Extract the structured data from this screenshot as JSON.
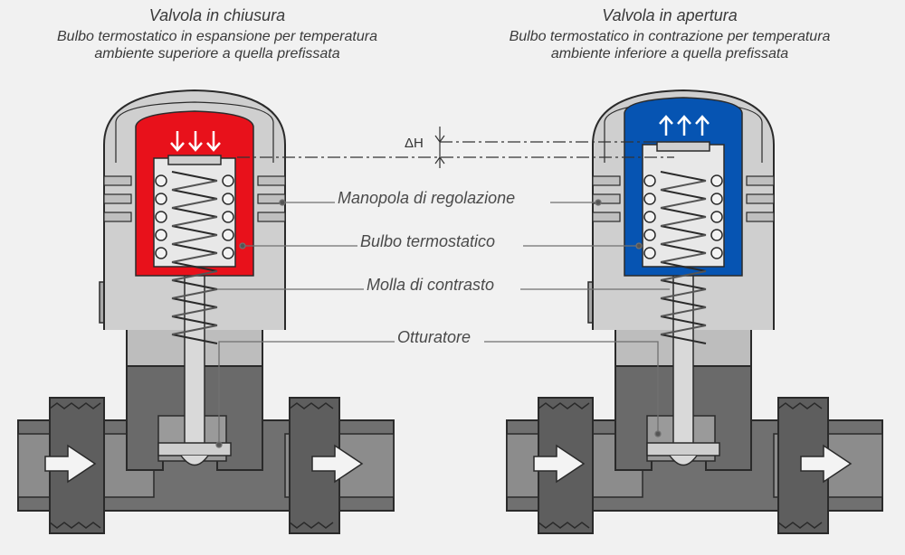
{
  "left_valve": {
    "title": "Valvola in chiusura",
    "subtitle_1": "Bulbo termostatico in espansione per temperatura",
    "subtitle_2": "ambiente superiore a quella prefissata",
    "bulb_color": "#e8111b"
  },
  "right_valve": {
    "title": "Valvola in apertura",
    "subtitle_1": "Bulbo termostatico in contrazione per temperatura",
    "subtitle_2": "ambiente inferiore a quella prefissata",
    "bulb_color": "#0654b2"
  },
  "labels": {
    "delta_h": "ΔH",
    "knob": "Manopola di regolazione",
    "bulb": "Bulbo termostatico",
    "spring": "Molla di contrasto",
    "shutter": "Otturatore"
  },
  "colors": {
    "body_dark": "#6b6b6b",
    "body_mid": "#8a8a8a",
    "cap_light": "#cfcfcf",
    "leader": "#707070"
  }
}
